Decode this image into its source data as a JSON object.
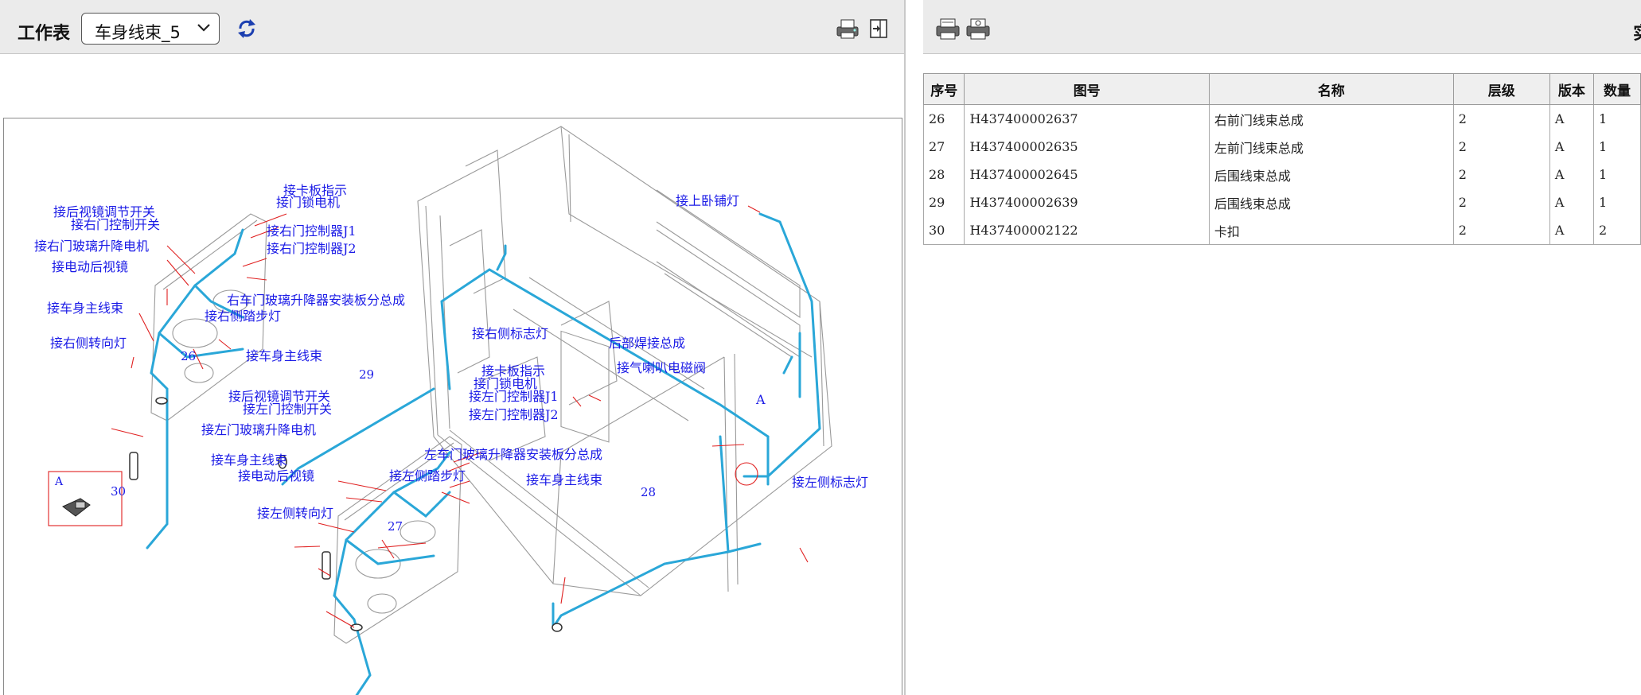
{
  "toolbar": {
    "worksheet_label": "工作表",
    "selected_sheet": "车身线束_5"
  },
  "right_toolbar": {
    "cut_off_text": "实"
  },
  "drawing": {
    "labels": {
      "l1": "接卡板指示",
      "l2": "接门锁电机",
      "l3": "接后视镜调节开关",
      "l4": "接右门控制开关",
      "l5": "接右门控制器J1",
      "l6": "接右门玻璃升降电机",
      "l7": "接右门控制器J2",
      "l8": "接电动后视镜",
      "l9": "右车门玻璃升降器安装板分总成",
      "l10": "接车身主线束",
      "l11": "接右侧踏步灯",
      "l12": "接右侧转向灯",
      "l13": "26",
      "l14": "接上卧铺灯",
      "l15": "接车身主线束",
      "l16": "29",
      "l17": "接右侧标志灯",
      "l18": "后部焊接总成",
      "l19": "接卡板指示",
      "l20": "接门锁电机",
      "l21": "接气喇叭电磁阀",
      "l22": "接后视镜调节开关",
      "l23": "接左门控制器J1",
      "l24": "接左门控制开关",
      "l25": "接左门控制器J2",
      "l26": "A",
      "l27": "接左门玻璃升降电机",
      "l28": "左车门玻璃升降器安装板分总成",
      "l29": "接车身主线束",
      "l30": "接电动后视镜",
      "l31": "接左侧踏步灯",
      "l32": "接车身主线束",
      "l33": "28",
      "l34": "接左侧标志灯",
      "l35": "接左侧转向灯",
      "l36": "27",
      "l37": "A",
      "l38": "30"
    }
  },
  "table": {
    "headers": [
      "序号",
      "图号",
      "名称",
      "层级",
      "版本",
      "数量"
    ],
    "rows": [
      [
        "26",
        "H437400002637",
        "右前门线束总成",
        "2",
        "A",
        "1"
      ],
      [
        "27",
        "H437400002635",
        "左前门线束总成",
        "2",
        "A",
        "1"
      ],
      [
        "28",
        "H437400002645",
        "后围线束总成",
        "2",
        "A",
        "1"
      ],
      [
        "29",
        "H437400002639",
        "后围线束总成",
        "2",
        "A",
        "1"
      ],
      [
        "30",
        "H437400002122",
        "卡扣",
        "2",
        "A",
        "2"
      ]
    ]
  },
  "colors": {
    "label_blue": "#1a1ae6",
    "harness_cyan": "#2aa7d8",
    "leader_red": "#e02020"
  }
}
